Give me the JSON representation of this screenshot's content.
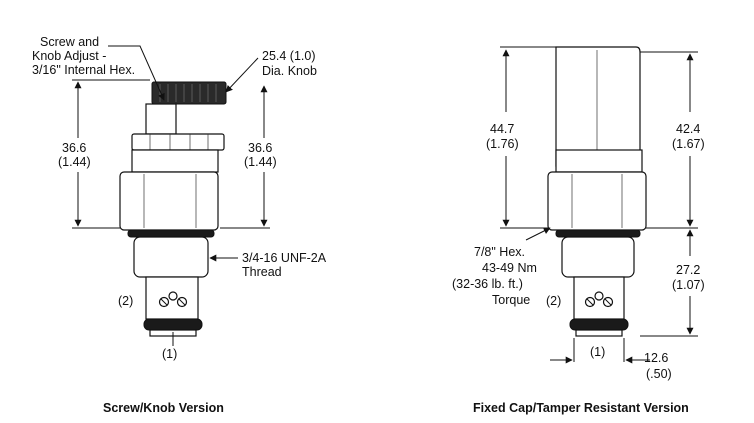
{
  "left_view": {
    "caption": "Screw/Knob Version",
    "adjust_label": [
      "Screw and",
      "Knob Adjust -",
      "3/16\" Internal Hex."
    ],
    "knob_label": [
      "25.4 (1.0)",
      "Dia. Knob"
    ],
    "dim_left": [
      "36.6",
      "(1.44)"
    ],
    "dim_right": [
      "36.6",
      "(1.44)"
    ],
    "thread_label": [
      "3/4-16 UNF-2A",
      "Thread"
    ],
    "port_side": "(2)",
    "port_bottom": "(1)"
  },
  "right_view": {
    "caption": "Fixed Cap/Tamper Resistant Version",
    "dim_left": [
      "44.7",
      "(1.76)"
    ],
    "dim_right_top": [
      "42.4",
      "(1.67)"
    ],
    "dim_right_bottom": [
      "27.2",
      "(1.07)"
    ],
    "hex_label": [
      "7/8\" Hex.",
      "43-49 Nm",
      "(32-36 lb. ft.)",
      "Torque"
    ],
    "port_side": "(2)",
    "port_bottom": "(1)",
    "width_dim": [
      "12.6",
      "(.50)"
    ]
  }
}
